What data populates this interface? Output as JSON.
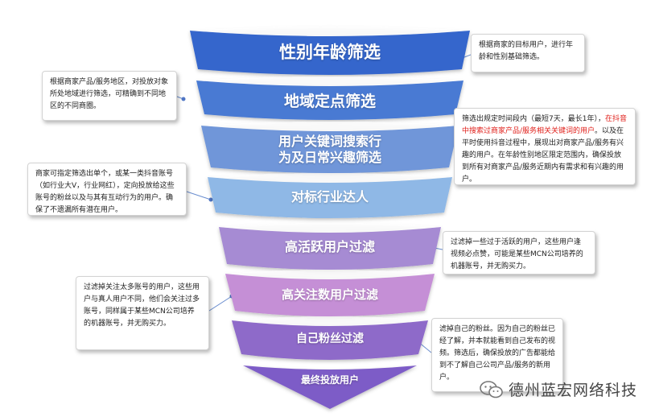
{
  "funnel": {
    "layers": [
      {
        "label": "性别年龄筛选",
        "color": "#3666cc"
      },
      {
        "label": "地域定点筛选",
        "color": "#4a7ad3"
      },
      {
        "label": "用户关键词搜索行\n为及日常兴趣筛选",
        "color": "#6f96d9"
      },
      {
        "label": "对标行业达人",
        "color": "#8fb8e6"
      },
      {
        "label": "高活跃用户过滤",
        "color": "#a68bd3"
      },
      {
        "label": "高关注数用户过滤",
        "color": "#c58fd6"
      },
      {
        "label": "自己粉丝过滤",
        "color": "#8e6bc9"
      },
      {
        "label": "最终投放用户",
        "color": "#7d5bc7"
      }
    ]
  },
  "notes": {
    "n1": {
      "text": "根据商家的目标用户，进行年龄和性别基础筛选。"
    },
    "n2": {
      "text": "根据商家产品/服务地区，对投放对象所处地域进行筛选，可精确到不同地区的不同商圈。"
    },
    "n3": {
      "part1": "筛选出规定时间段内（最短7天，最长1年），",
      "highlight": "在抖音中搜索过商家产品/服务相关关键词的用户",
      "part2": "。以及在平时使用抖音过程中，展现出对商家产品/服务有兴趣的用户。在年龄性别地区限定范围内，确保投放到所有对商家产品/服务近期内有需求和有兴趣的用户。"
    },
    "n4": {
      "text": "商家可指定筛选出单个，或某一类抖音账号（如行业大V，行业网红），定向投放给这些账号的粉丝以及与其有互动行为的用户。确保了不遗漏所有潜在用户。"
    },
    "n5": {
      "text": "过滤掉一些过于活跃的用户，这些用户逢视频必点赞，可能是某些MCN公司培养的机器账号，并无购买力。"
    },
    "n6": {
      "text": "过滤掉关注太多账号的用户，这些用户与真人用户不同，他们会关注过多账号，同样属于某些MCN公司培养的机器账号，并无购买力。"
    },
    "n7": {
      "text": "滤掉自己的粉丝。因为自己的粉丝已经了解，并本就能看到自己发布的视频。筛选后，确保投放的广告都能给到不了解自己公司产品/服务的新用户。"
    }
  },
  "watermark": {
    "text": "德州蓝宏网络科技",
    "icon": "wechat-icon"
  },
  "colors": {
    "connector": "#6c8fd0",
    "dot": "#4f75c4"
  }
}
